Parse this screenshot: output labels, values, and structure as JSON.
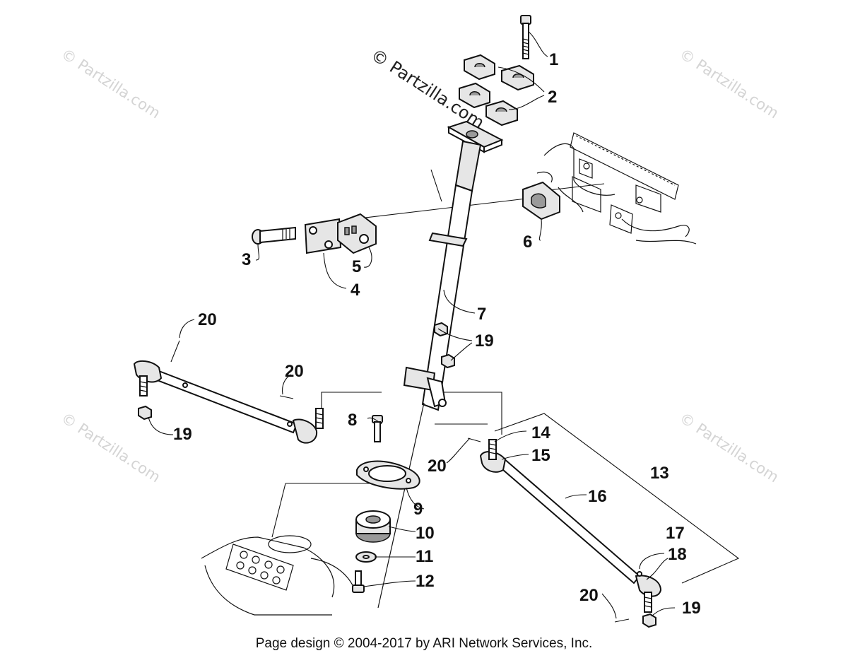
{
  "watermarks": {
    "main": "© Partzilla.com",
    "corner": "© Partzilla.com"
  },
  "callouts": {
    "c1": "1",
    "c2": "2",
    "c3": "3",
    "c4": "4",
    "c5": "5",
    "c6": "6",
    "c7": "7",
    "c8": "8",
    "c9": "9",
    "c10": "10",
    "c11": "11",
    "c12": "12",
    "c13": "13",
    "c14": "14",
    "c15": "15",
    "c16": "16",
    "c17": "17",
    "c18": "18",
    "c19a": "19",
    "c19b": "19",
    "c19c": "19",
    "c20a": "20",
    "c20b": "20",
    "c20c": "20",
    "c20d": "20"
  },
  "footer": {
    "text": "Page design © 2004-2017 by ARI Network Services, Inc."
  }
}
